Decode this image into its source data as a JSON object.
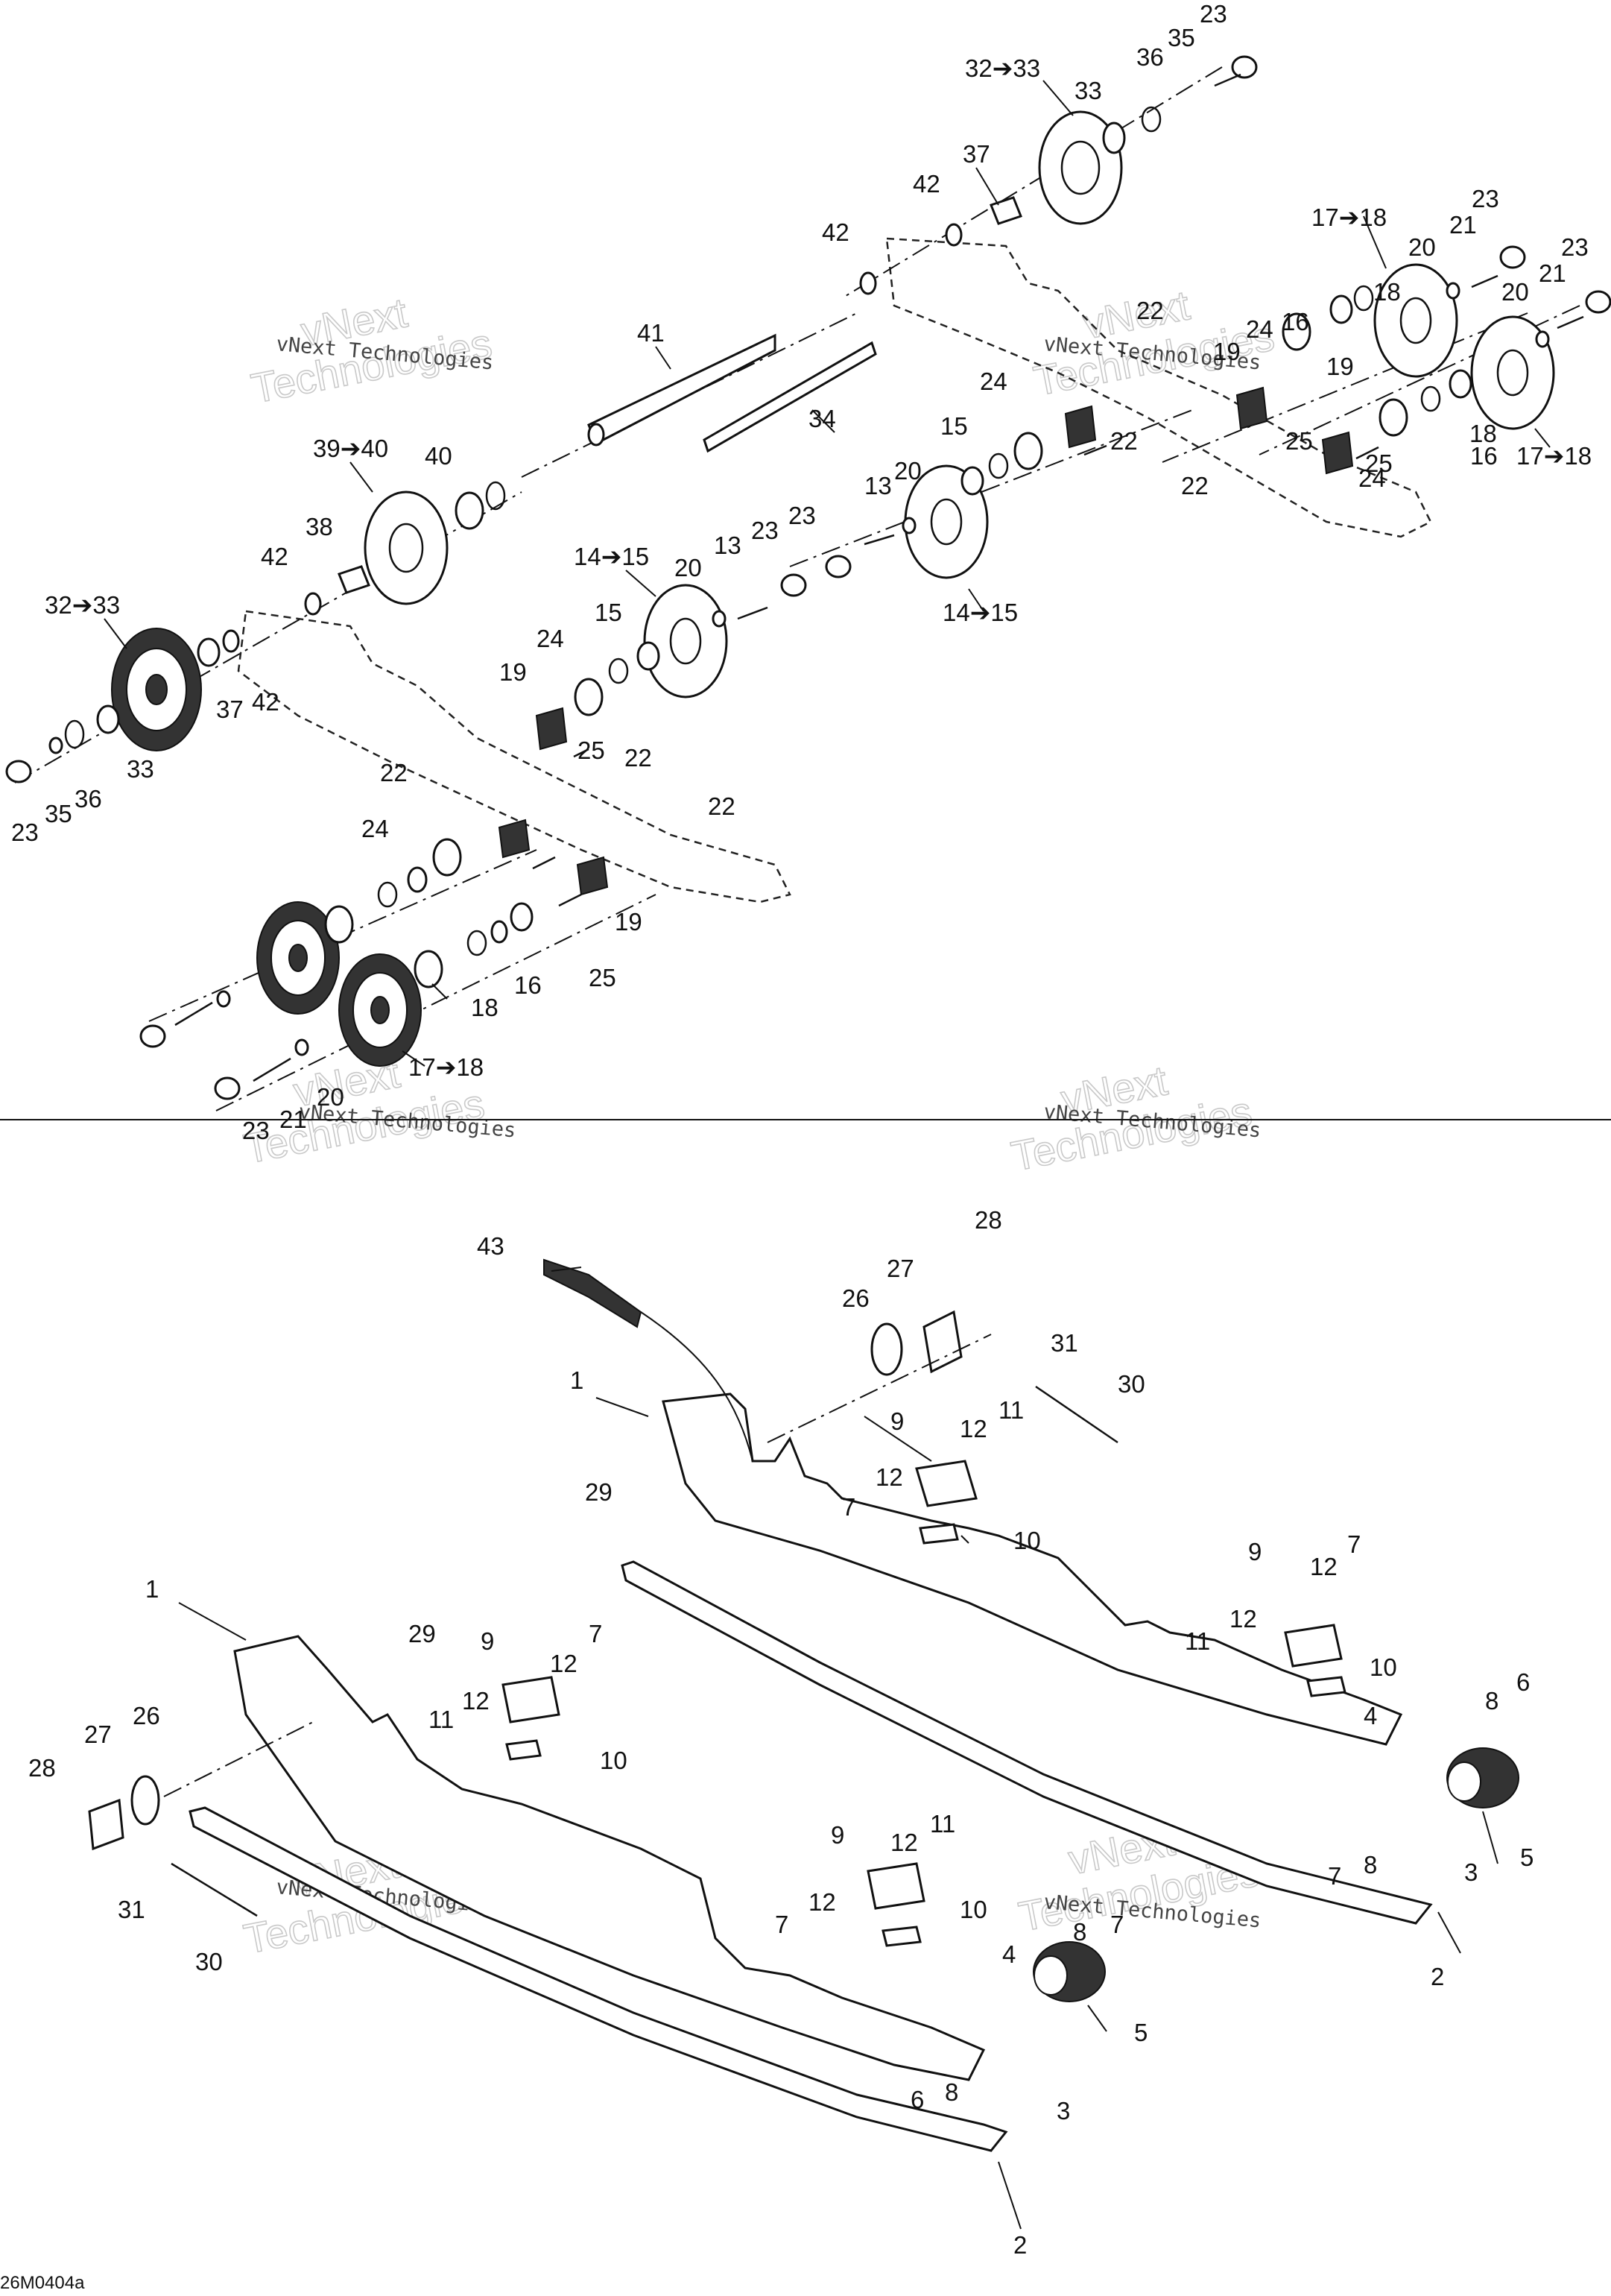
{
  "figure_code": "26M0404a",
  "watermark": {
    "line1": "vNext",
    "line2": "Technologies",
    "small": "vNext Technologies"
  },
  "labels": [
    "23",
    "36",
    "35",
    "32➔33",
    "33",
    "37",
    "42",
    "42",
    "41",
    "34",
    "39➔40",
    "40",
    "38",
    "42",
    "32➔33",
    "37",
    "42",
    "33",
    "36",
    "35",
    "23",
    "17➔18",
    "23",
    "20",
    "21",
    "23",
    "21",
    "22",
    "20",
    "24",
    "16",
    "18",
    "19",
    "18",
    "25",
    "24",
    "15",
    "19",
    "22",
    "25",
    "22",
    "16",
    "17➔18",
    "24",
    "13",
    "20",
    "23",
    "23",
    "14➔15",
    "20",
    "13",
    "14➔15",
    "15",
    "19",
    "24",
    "25",
    "22",
    "22",
    "22",
    "24",
    "19",
    "25",
    "16",
    "18",
    "17➔18",
    "20",
    "21",
    "23",
    "43",
    "28",
    "27",
    "26",
    "31",
    "30",
    "1",
    "9",
    "12",
    "11",
    "12",
    "29",
    "7",
    "10",
    "9",
    "12",
    "7",
    "11",
    "12",
    "10",
    "4",
    "8",
    "6",
    "5",
    "3",
    "7",
    "8",
    "2",
    "1",
    "29",
    "9",
    "12",
    "7",
    "26",
    "11",
    "27",
    "12",
    "10",
    "28",
    "31",
    "30",
    "9",
    "12",
    "11",
    "7",
    "12",
    "10",
    "4",
    "8",
    "7",
    "5",
    "6",
    "8",
    "3",
    "2"
  ]
}
